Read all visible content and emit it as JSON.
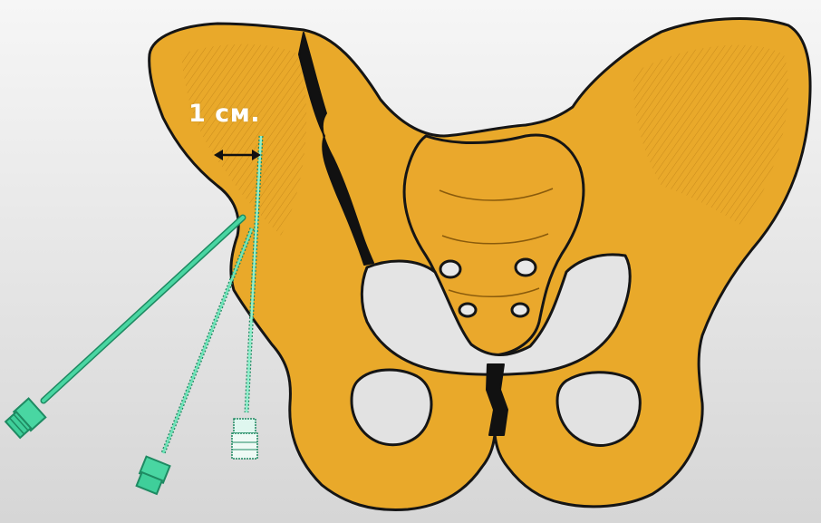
{
  "figure": {
    "measurement_label": "1 см.",
    "colors": {
      "background_top": "#f4f4f4",
      "background_bottom": "#d8d8d8",
      "bone": "#e9a92a",
      "bone_shadow": "#c98a1a",
      "outline": "#111111",
      "needle": "#3fcf9a",
      "needle_dark": "#1e8a62"
    },
    "icons": [
      "pelvis-bone",
      "needle",
      "double-arrow"
    ]
  }
}
